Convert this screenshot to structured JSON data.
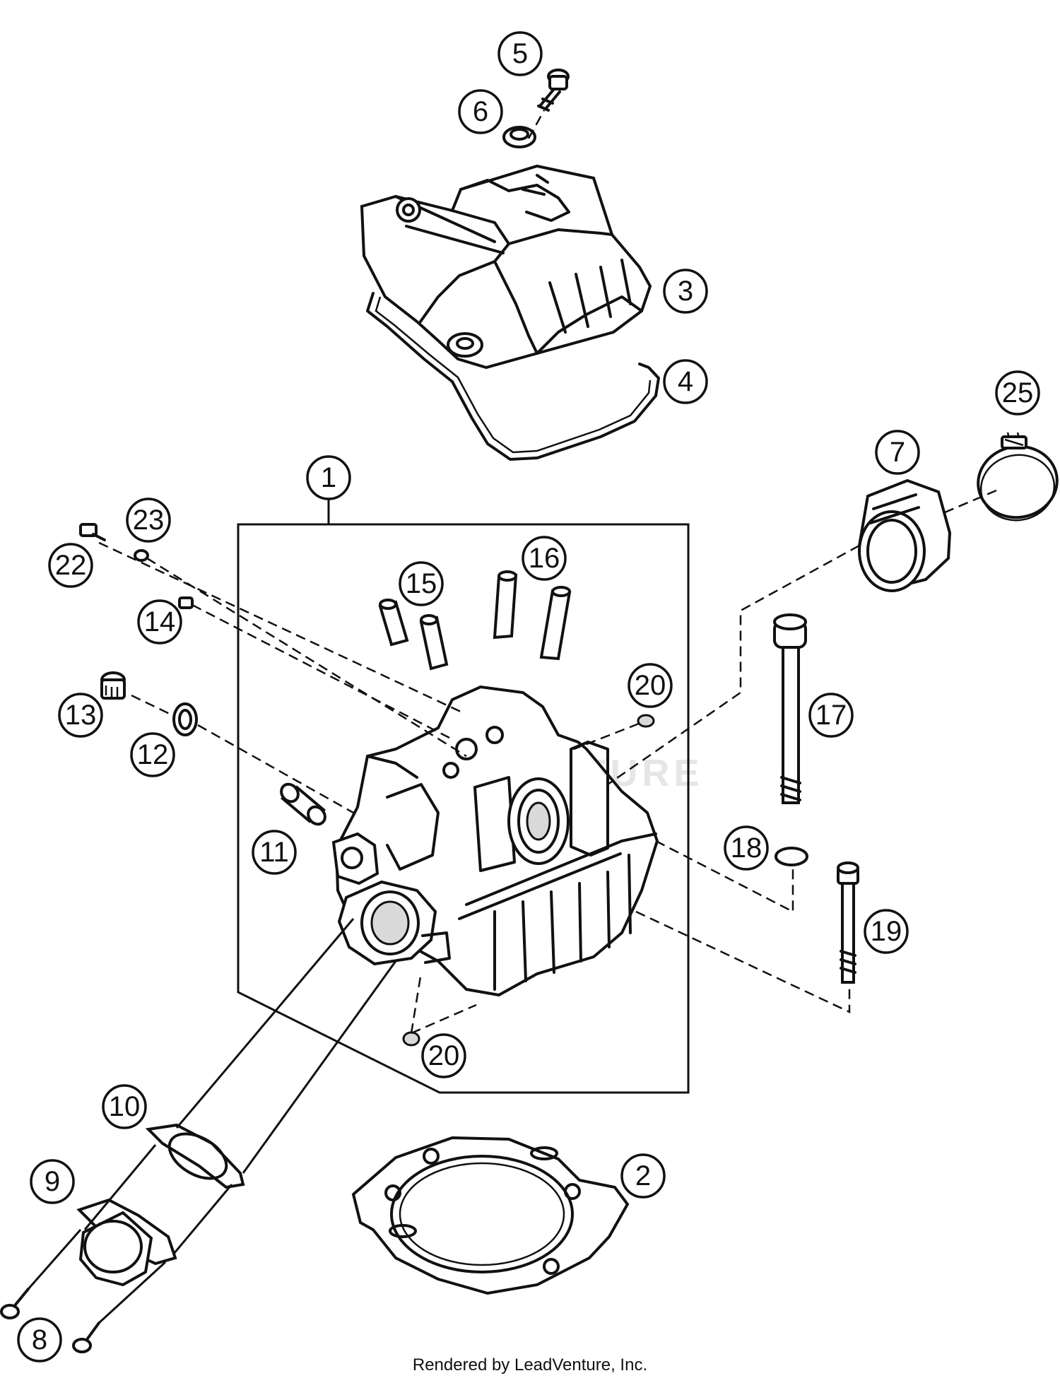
{
  "callouts": [
    {
      "label": "1"
    },
    {
      "label": "2"
    },
    {
      "label": "3"
    },
    {
      "label": "4"
    },
    {
      "label": "5"
    },
    {
      "label": "6"
    },
    {
      "label": "7"
    },
    {
      "label": "8"
    },
    {
      "label": "9"
    },
    {
      "label": "10"
    },
    {
      "label": "11"
    },
    {
      "label": "12"
    },
    {
      "label": "13"
    },
    {
      "label": "14"
    },
    {
      "label": "15"
    },
    {
      "label": "16"
    },
    {
      "label": "17"
    },
    {
      "label": "18"
    },
    {
      "label": "19"
    },
    {
      "label": "20"
    },
    {
      "label": "20"
    },
    {
      "label": "22"
    },
    {
      "label": "23"
    },
    {
      "label": "25"
    }
  ],
  "watermark": "LEADVENTURE",
  "footer": "Rendered by LeadVenture, Inc."
}
